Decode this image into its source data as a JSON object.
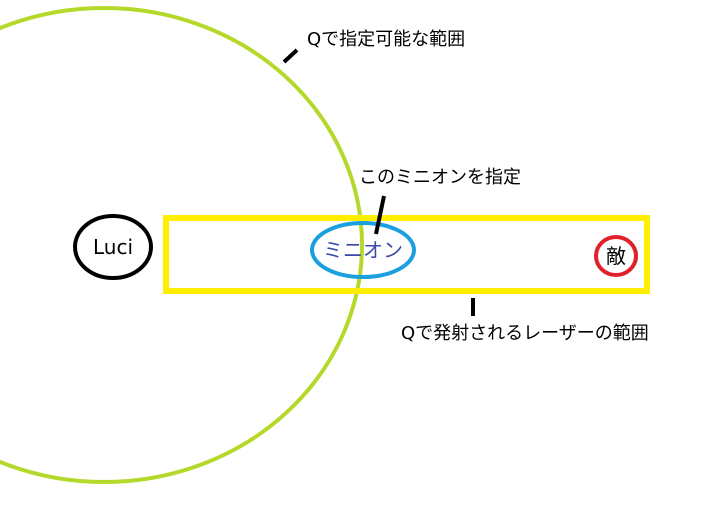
{
  "labels": {
    "q_range": "Qで指定可能な範囲",
    "target_minion": "このミニオンを指定",
    "laser_range": "Qで発射されるレーザーの範囲"
  },
  "entities": {
    "luci": "Luci",
    "minion": "ミニオン",
    "enemy": "敵"
  },
  "colors": {
    "range_circle": "#b5d92b",
    "laser_rect": "#ffee00",
    "minion": "#1aa0de",
    "enemy": "#e0202a",
    "luci": "#000000",
    "minion_text": "#3b4aa8"
  }
}
